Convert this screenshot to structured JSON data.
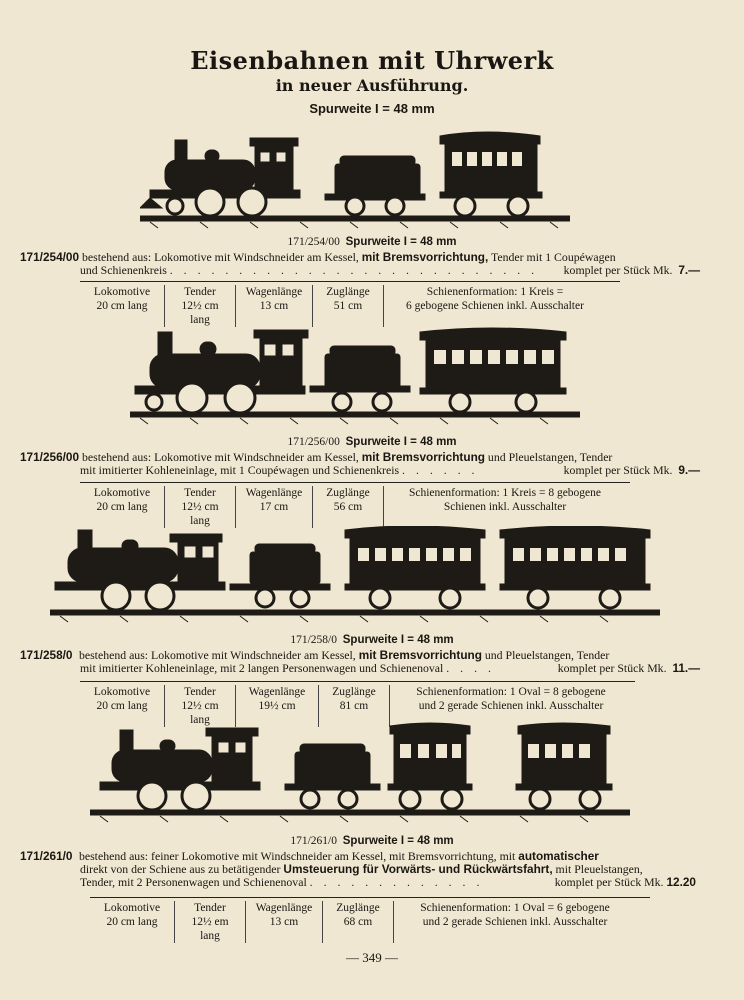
{
  "header": {
    "title": "Eisenbahnen mit Uhrwerk",
    "subtitle": "in neuer Ausführung.",
    "gauge": "Spurweite I = 48 mm"
  },
  "sets": [
    {
      "caption_code": "171/254/00",
      "caption_gauge": "Spurweite I = 48 mm",
      "number": "171/254/00",
      "lines": [
        {
          "pre": "bestehend aus: Lokomotive mit Windschneider am Kessel, ",
          "bold": "mit Bremsvorrichtung,",
          "post": " Tender mit 1 Coupéwagen"
        },
        {
          "text": "und Schienenkreis",
          "dots": ". . . . . . . . . . . . . . . . . . . . . . . . . . .",
          "price_label": "komplet per Stück Mk.",
          "price": "7.—"
        }
      ],
      "specs": [
        {
          "head": "Lokomotive",
          "val": "20 cm lang"
        },
        {
          "head": "Tender",
          "val": "12½ cm lang"
        },
        {
          "head": "Wagenlänge",
          "val": "13 cm"
        },
        {
          "head": "Zuglänge",
          "val": "51 cm"
        },
        {
          "head": "Schienenformation: 1 Kreis =",
          "val": "6 gebogene Schienen inkl. Ausschalter"
        }
      ]
    },
    {
      "caption_code": "171/256/00",
      "caption_gauge": "Spurweite I = 48 mm",
      "number": "171/256/00",
      "lines": [
        {
          "pre": "bestehend aus: Lokomotive mit Windschneider am Kessel, ",
          "bold": "mit Bremsvorrichtung",
          "post": " und Pleuelstangen, Tender"
        },
        {
          "text": "mit imitierter Kohleneinlage, mit 1 Coupéwagen und Schienenkreis",
          "dots": ". . . . . .",
          "price_label": "komplet per Stück Mk.",
          "price": "9.—"
        }
      ],
      "specs": [
        {
          "head": "Lokomotive",
          "val": "20 cm lang"
        },
        {
          "head": "Tender",
          "val": "12½ cm lang"
        },
        {
          "head": "Wagenlänge",
          "val": "17 cm"
        },
        {
          "head": "Zuglänge",
          "val": "56 cm"
        },
        {
          "head": "Schienenformation: 1 Kreis = 8 gebogene",
          "val": "Schienen inkl. Ausschalter"
        }
      ]
    },
    {
      "caption_code": "171/258/0",
      "caption_gauge": "Spurweite I = 48 mm",
      "number": "171/258/0",
      "lines": [
        {
          "pre": "bestehend aus: Lokomotive mit Windschneider am Kessel, ",
          "bold": "mit Bremsvorrichtung",
          "post": " und Pleuelstangen, Tender"
        },
        {
          "text": "mit imitierter Kohleneinlage, mit 2 langen Personenwagen und Schienenoval",
          "dots": ". . . .",
          "price_label": "komplet per Stück Mk.",
          "price": "11.—"
        }
      ],
      "specs": [
        {
          "head": "Lokomotive",
          "val": "20 cm lang"
        },
        {
          "head": "Tender",
          "val": "12½ cm lang"
        },
        {
          "head": "Wagenlänge",
          "val": "19½ cm"
        },
        {
          "head": "Zuglänge",
          "val": "81 cm"
        },
        {
          "head": "Schienenformation: 1 Oval = 8 gebogene",
          "val": "und 2 gerade Schienen inkl. Ausschalter"
        }
      ]
    },
    {
      "caption_code": "171/261/0",
      "caption_gauge": "Spurweite I = 48 mm",
      "number": "171/261/0",
      "lines": [
        {
          "pre": "bestehend aus: feiner Lokomotive mit Windschneider am Kessel, mit Bremsvorrichtung, mit ",
          "bold": "automatischer",
          "post": ""
        },
        {
          "pre": "direkt von der Schiene aus zu betätigender ",
          "bold": "Umsteuerung für Vorwärts- und Rückwärtsfahrt,",
          "post": " mit Pleuelstangen,"
        },
        {
          "text": "Tender, mit 2 Personenwagen und Schienenoval",
          "dots": ". . . . . . . . . . . . .",
          "price_label": "komplet per Stück Mk.",
          "price": "12.20"
        }
      ],
      "specs": [
        {
          "head": "Lokomotive",
          "val": "20 cm lang"
        },
        {
          "head": "Tender",
          "val": "12½ em lang"
        },
        {
          "head": "Wagenlänge",
          "val": "13 cm"
        },
        {
          "head": "Zuglänge",
          "val": "68 cm"
        },
        {
          "head": "Schienenformation: 1 Oval = 6 gebogene",
          "val": "und 2 gerade Schienen inkl. Ausschalter"
        }
      ]
    }
  ],
  "footer": {
    "page": "— 349 —"
  }
}
